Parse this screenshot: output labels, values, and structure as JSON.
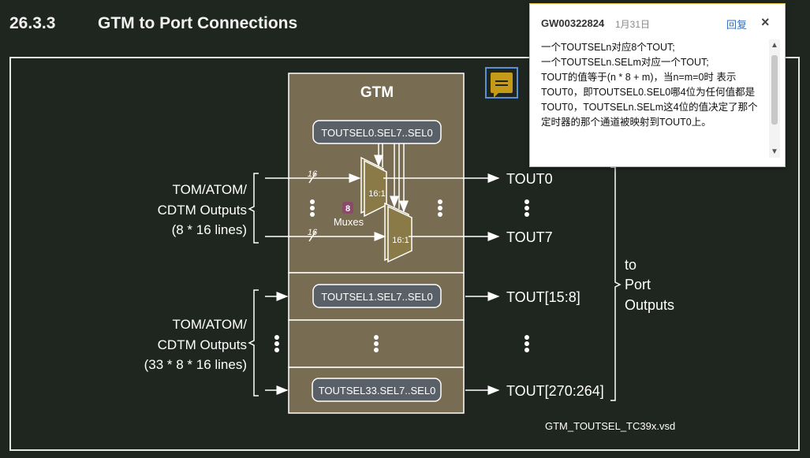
{
  "heading": {
    "number": "26.3.3",
    "title": "GTM to Port Connections"
  },
  "diagram": {
    "gtm_title": "GTM",
    "sel_boxes": [
      "TOUTSEL0.SEL7..SEL0",
      "TOUTSEL1.SEL7..SEL0",
      "TOUTSEL33.SEL7..SEL0"
    ],
    "mux_label": "16:1",
    "mux_count": "8",
    "mux_word": "Muxes",
    "bus_width": "16",
    "left_group1": [
      "TOM/ATOM/",
      "CDTM Outputs",
      "(8 * 16 lines)"
    ],
    "left_group2": [
      "TOM/ATOM/",
      "CDTM Outputs",
      "(33 * 8 * 16 lines)"
    ],
    "outputs": [
      "TOUT0",
      "TOUT7",
      "TOUT[15:8]",
      "TOUT[270:264]"
    ],
    "right_label": [
      "to",
      "Port",
      "Outputs"
    ],
    "filename": "GTM_TOUTSEL_TC39x.vsd"
  },
  "comment": {
    "author": "GW00322824",
    "date": "1月31日",
    "reply": "回复",
    "close": "×",
    "text": "一个TOUTSELn对应8个TOUT;\n一个TOUTSELn.SELm对应一个TOUT;\nTOUT的值等于(n * 8 + m)，当n=m=0时 表示TOUT0，即TOUTSEL0.SEL0哪4位为任何值都是TOUT0，TOUTSELn.SELm这4位的值决定了那个定时器的那个通道被映射到TOUT0上。"
  },
  "colors": {
    "block": "#786c52",
    "mux": "#8a7a48",
    "selbox": "#5a6068",
    "background": "#1f2620",
    "comment_icon": "#c59a18"
  }
}
